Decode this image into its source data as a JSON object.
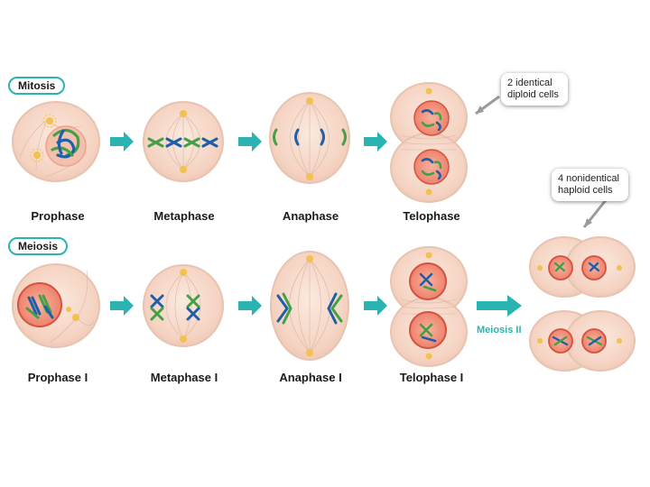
{
  "colors": {
    "cell_fill": "#f6d7c8",
    "cell_edge": "#ead0c3",
    "nucleus_fill": "#f08a73",
    "nucleus_edge": "#d2533f",
    "arrow": "#2bb3b1",
    "chromosome_blue": "#1f5fa8",
    "chromosome_green": "#43a047",
    "centrosome": "#f2c14e"
  },
  "mitosis": {
    "title": "Mitosis",
    "stages": [
      "Prophase",
      "Metaphase",
      "Anaphase",
      "Telophase"
    ],
    "callout": [
      "2 identical",
      "diploid cells"
    ]
  },
  "meiosis": {
    "title": "Meiosis",
    "stages": [
      "Prophase I",
      "Metaphase I",
      "Anaphase I",
      "Telophase I"
    ],
    "meiosis2_label": "Meiosis II",
    "callout": [
      "4 nonidentical",
      "haploid cells"
    ]
  }
}
